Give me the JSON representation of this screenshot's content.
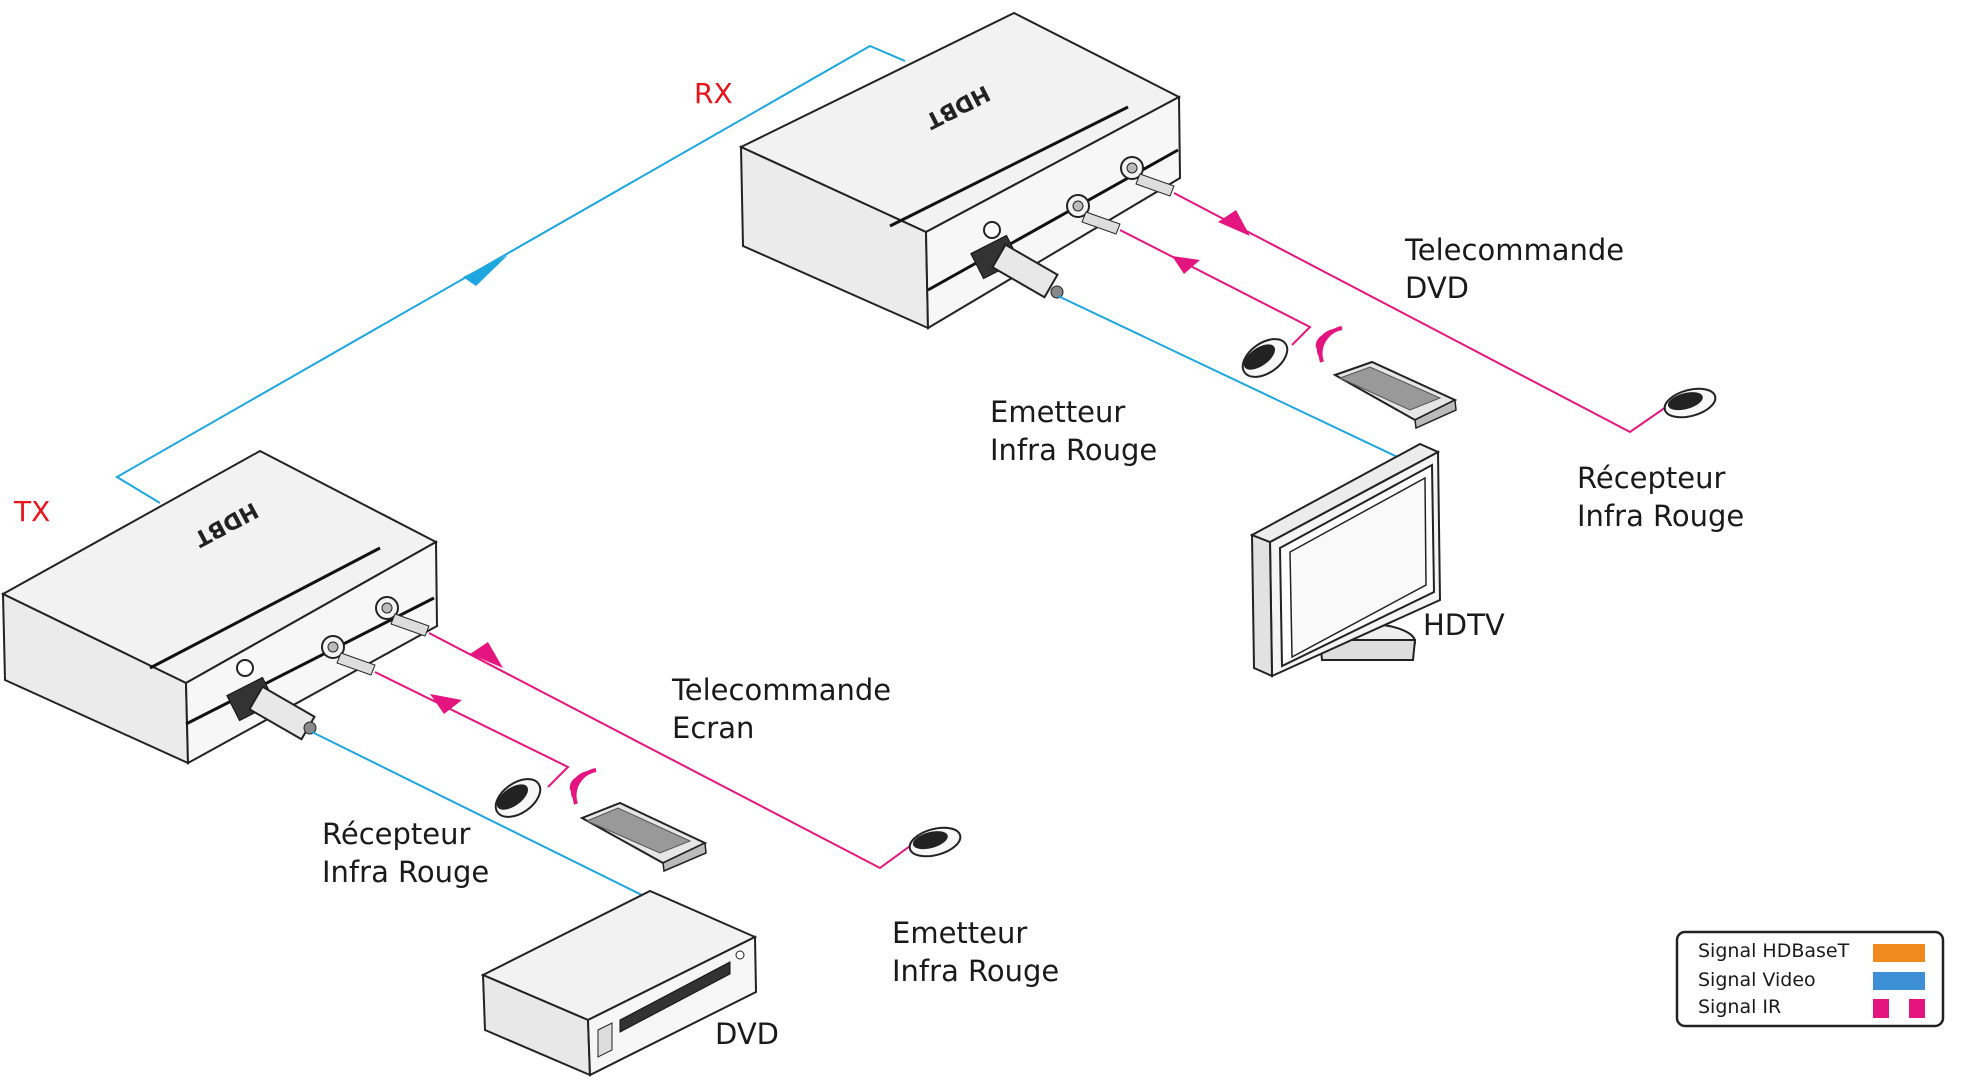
{
  "labels": {
    "tx": "TX",
    "rx": "RX",
    "telecommande_dvd_1": "Telecommande",
    "telecommande_dvd_2": "DVD",
    "emetteur_rx_1": "Emetteur",
    "emetteur_rx_2": "Infra Rouge",
    "recepteur_rx_1": "Récepteur",
    "recepteur_rx_2": "Infra Rouge",
    "hdtv": "HDTV",
    "telecommande_ecran_1": "Telecommande",
    "telecommande_ecran_2": "Ecran",
    "recepteur_tx_1": "Récepteur",
    "recepteur_tx_2": "Infra Rouge",
    "emetteur_tx_1": "Emetteur",
    "emetteur_tx_2": "Infra Rouge",
    "dvd": "DVD",
    "brand": "HDBT"
  },
  "legend": {
    "items": [
      {
        "label": "Signal HDBaseT",
        "color": "#f08a1c",
        "style": "solid"
      },
      {
        "label": "Signal Video",
        "color": "#3d8fd6",
        "style": "solid"
      },
      {
        "label": "Signal IR",
        "color": "#e5157f",
        "style": "dashed"
      }
    ]
  },
  "colors": {
    "hdbaset_link": "#1ea6df",
    "video_line": "#1ea6df",
    "ir_line": "#e5157f",
    "device_label": "#e8141c"
  }
}
